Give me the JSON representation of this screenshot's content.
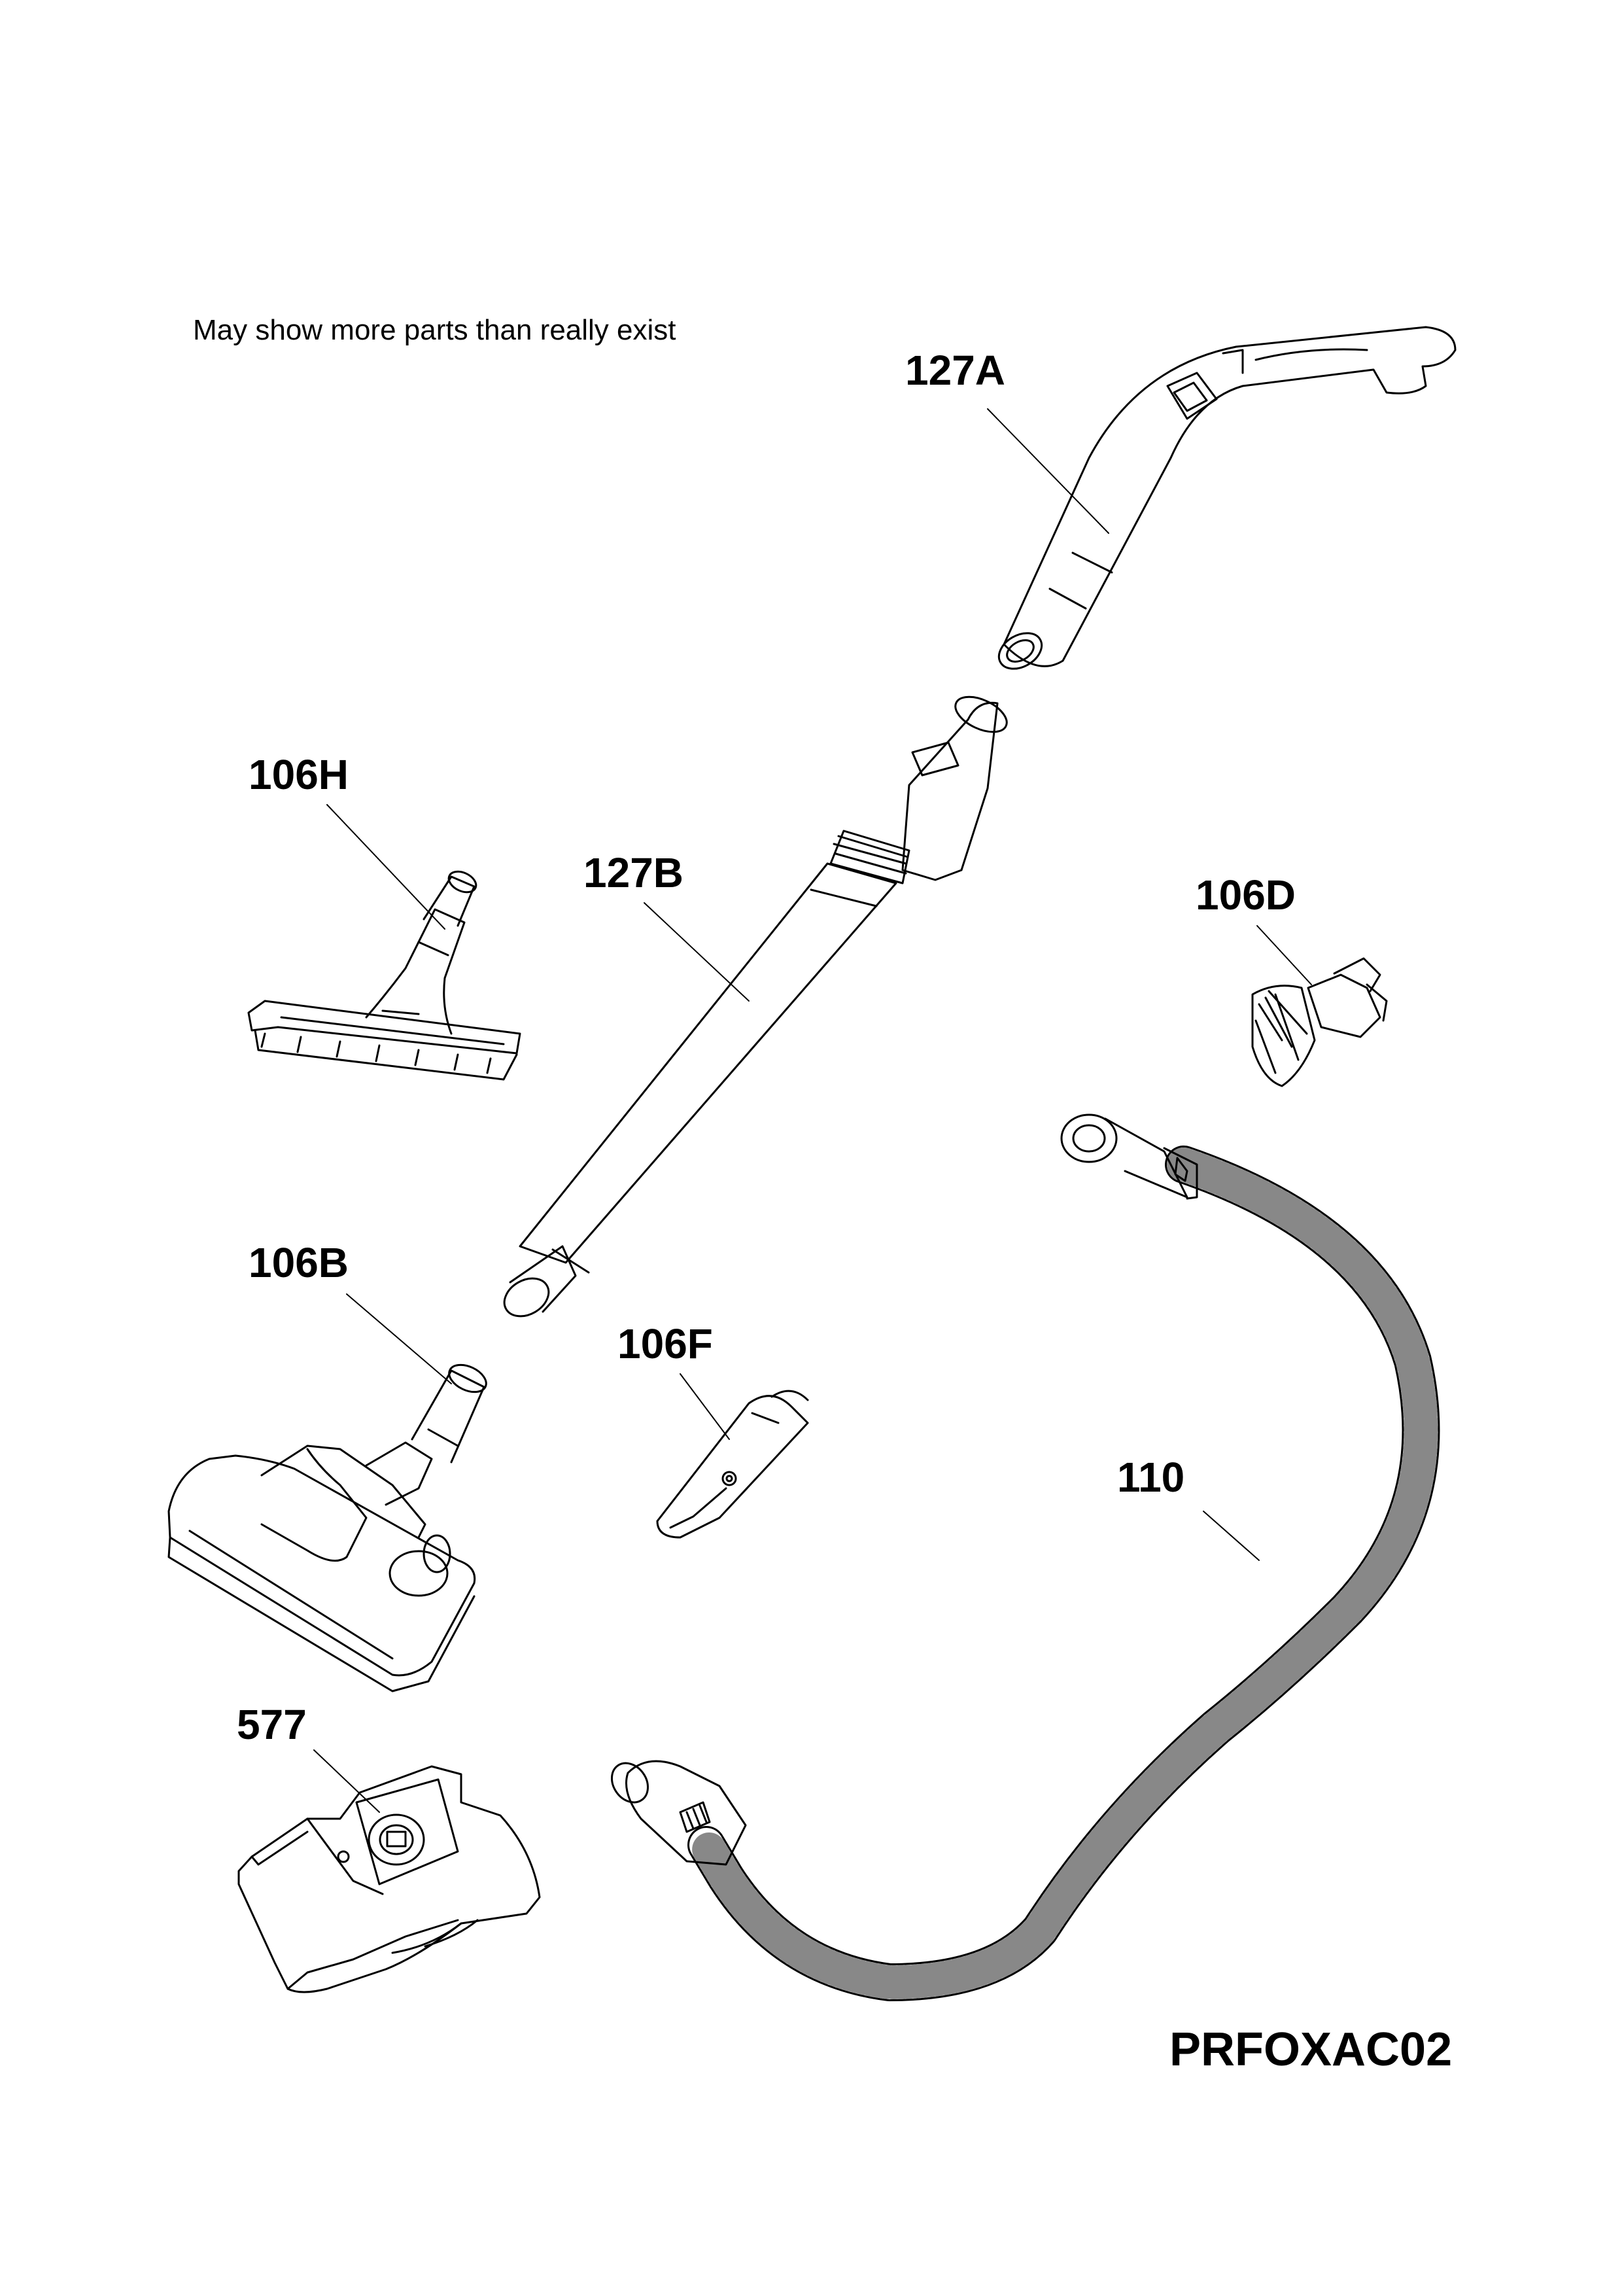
{
  "note": "May show more parts than really exist",
  "document_code": "PRFOXAC02",
  "parts": {
    "p127A": "127A",
    "p127B": "127B",
    "p106H": "106H",
    "p106D": "106D",
    "p106B": "106B",
    "p106F": "106F",
    "p110": "110",
    "p577": "577"
  }
}
